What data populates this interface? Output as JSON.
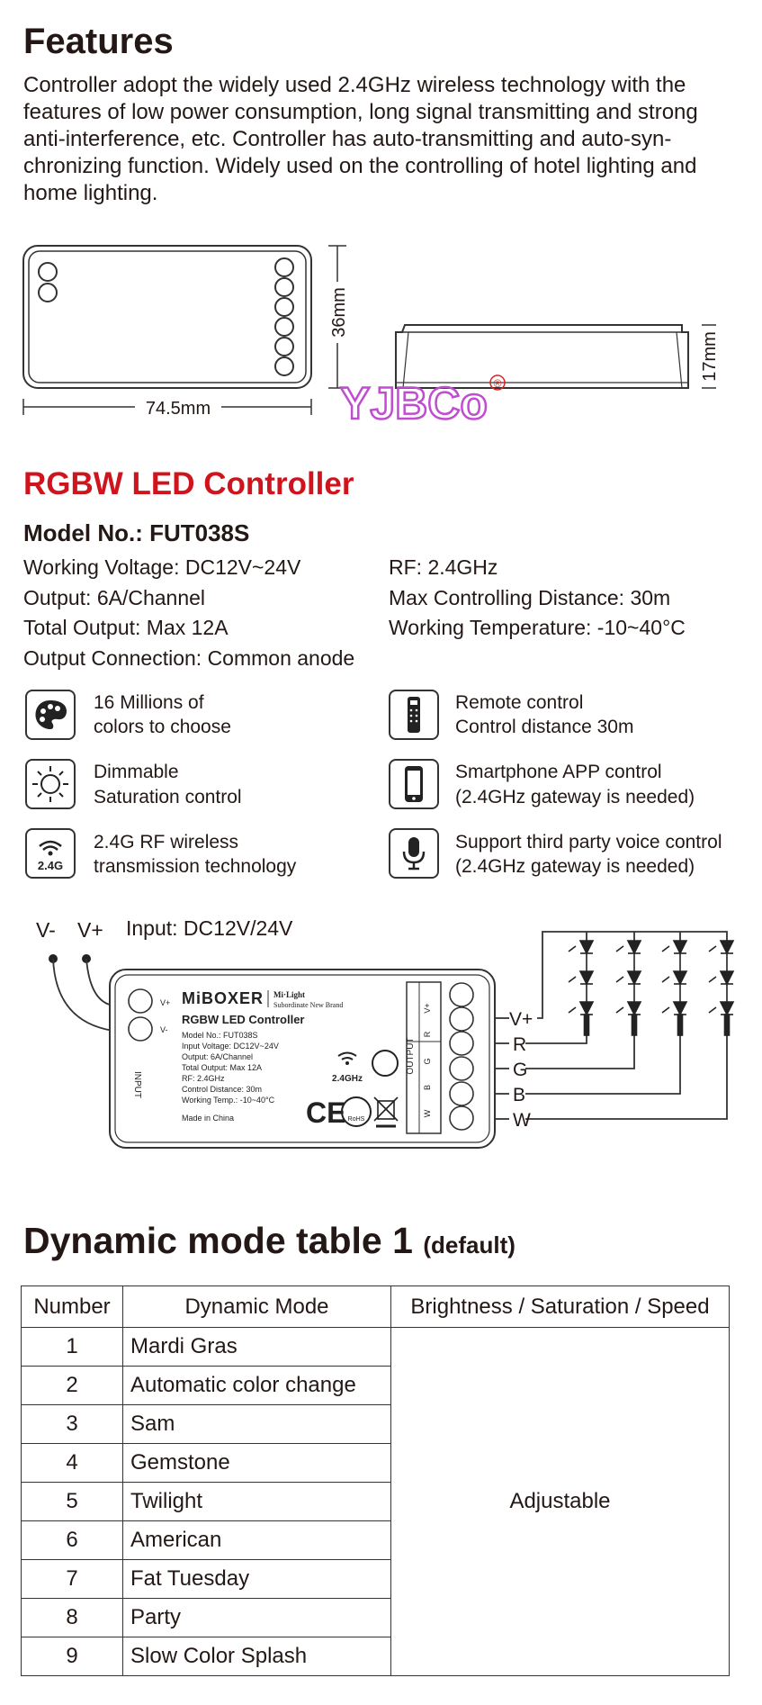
{
  "features": {
    "title": "Features",
    "body": "Controller adopt the widely used 2.4GHz wireless technology with the features of low power consumption, long signal transmitting and strong anti-interference, etc. Controller has auto-transmitting and auto-syn-chronizing function. Widely used on the controlling of hotel lighting and home lighting."
  },
  "dimensions": {
    "width": "74.5mm",
    "depth": "36mm",
    "height": "17mm",
    "brand_logo": "YJBCo",
    "registered_mark": "®"
  },
  "product": {
    "title": "RGBW LED Controller",
    "model_label": "Model No.: FUT038S",
    "specs_left": [
      "Working Voltage: DC12V~24V",
      "Output: 6A/Channel",
      "Total Output: Max 12A",
      "Output Connection: Common anode"
    ],
    "specs_right": [
      "RF: 2.4GHz",
      "Max Controlling Distance: 30m",
      "Working Temperature: -10~40°C"
    ],
    "features_left": [
      {
        "icon": "color-palette-icon",
        "line1": "16 Millions of",
        "line2": "colors to choose"
      },
      {
        "icon": "sun-icon",
        "line1": "Dimmable",
        "line2": "Saturation control"
      },
      {
        "icon": "wifi-2.4g-icon",
        "icon_text": "2.4G",
        "line1": "2.4G RF wireless",
        "line2": "transmission technology"
      }
    ],
    "features_right": [
      {
        "icon": "remote-icon",
        "line1": "Remote control",
        "line2": "Control distance 30m"
      },
      {
        "icon": "smartphone-icon",
        "line1": "Smartphone APP control",
        "line2": "(2.4GHz gateway is needed)"
      },
      {
        "icon": "microphone-icon",
        "line1": "Support third party voice control",
        "line2": "(2.4GHz gateway is needed)"
      }
    ]
  },
  "wiring": {
    "input_label": "Input: DC12V/24V",
    "v_minus": "V-",
    "v_plus": "V+",
    "terminals": [
      "V+",
      "R",
      "G",
      "B",
      "W"
    ],
    "device": {
      "brand": "MiBOXER",
      "brand_sub1": "Mi·Light",
      "brand_sub2": "Subordinate New Brand",
      "name": "RGBW LED Controller",
      "label_lines": [
        "Model No.: FUT038S",
        "Input Voltage: DC12V~24V",
        "Output: 6A/Channel",
        "Total Output: Max 12A",
        "RF: 2.4GHz",
        "Control Distance: 30m",
        "Working Temp.: -10~40°C"
      ],
      "made_in": "Made in China",
      "rf_badge": "2.4GHz",
      "input_pins": [
        "V+",
        "V-"
      ],
      "input_side_label": "INPUT",
      "output_side_label": "OUTPUT",
      "output_pins": [
        "V+",
        "R",
        "G",
        "B",
        "W"
      ],
      "ce_mark": "CE",
      "rohs_mark": "RoHS"
    }
  },
  "mode_table": {
    "title": "Dynamic mode table 1",
    "title_suffix": "(default)",
    "headers": [
      "Number",
      "Dynamic Mode",
      "Brightness / Saturation / Speed"
    ],
    "rows": [
      {
        "num": "1",
        "mode": "Mardi Gras"
      },
      {
        "num": "2",
        "mode": "Automatic color change"
      },
      {
        "num": "3",
        "mode": "Sam"
      },
      {
        "num": "4",
        "mode": "Gemstone"
      },
      {
        "num": "5",
        "mode": "Twilight"
      },
      {
        "num": "6",
        "mode": "American"
      },
      {
        "num": "7",
        "mode": "Fat Tuesday"
      },
      {
        "num": "8",
        "mode": "Party"
      },
      {
        "num": "9",
        "mode": "Slow Color Splash"
      }
    ],
    "shared_value": "Adjustable"
  }
}
